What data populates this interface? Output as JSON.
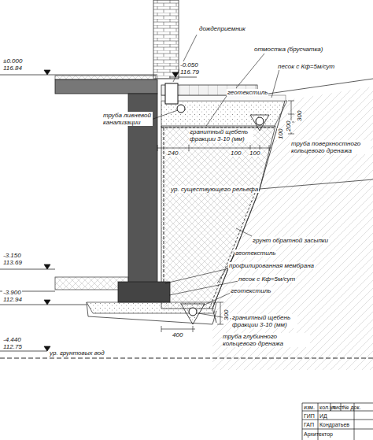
{
  "diagram": {
    "labels": [
      "±0.000",
      "116.84",
      "дождеприемник",
      "-0.050",
      "116.79",
      "отмостка (брусчатка)",
      "песок с Кф=5м/сут",
      "геотекстиль",
      "труба ливневой канализации",
      "100",
      "200",
      "300",
      "240",
      "гранитный щебень фракции 3-10 (мм)",
      "100",
      "100",
      "труба поверхностного кольцевого дренажа",
      "ур. существующего рельефа",
      "грунт обратной засыпки",
      "геотекстиль",
      "профилированная мембрана",
      "-3.150",
      "113.69",
      "песок с Кф=5м/сут",
      "геотекстиль",
      "-3.900",
      "112.94",
      "300",
      "гранитный щебень фракции 3-10 (мм)",
      "400",
      "труба глубинного кольцевого дренажа",
      "-4.440",
      "112.75",
      "ур. грунтовых вод",
      "изм.",
      "кол.уч",
      "лист",
      "№ док.",
      "ГИП",
      "ИД",
      "ГАП",
      "Кондратьев",
      "Архитектор"
    ]
  }
}
